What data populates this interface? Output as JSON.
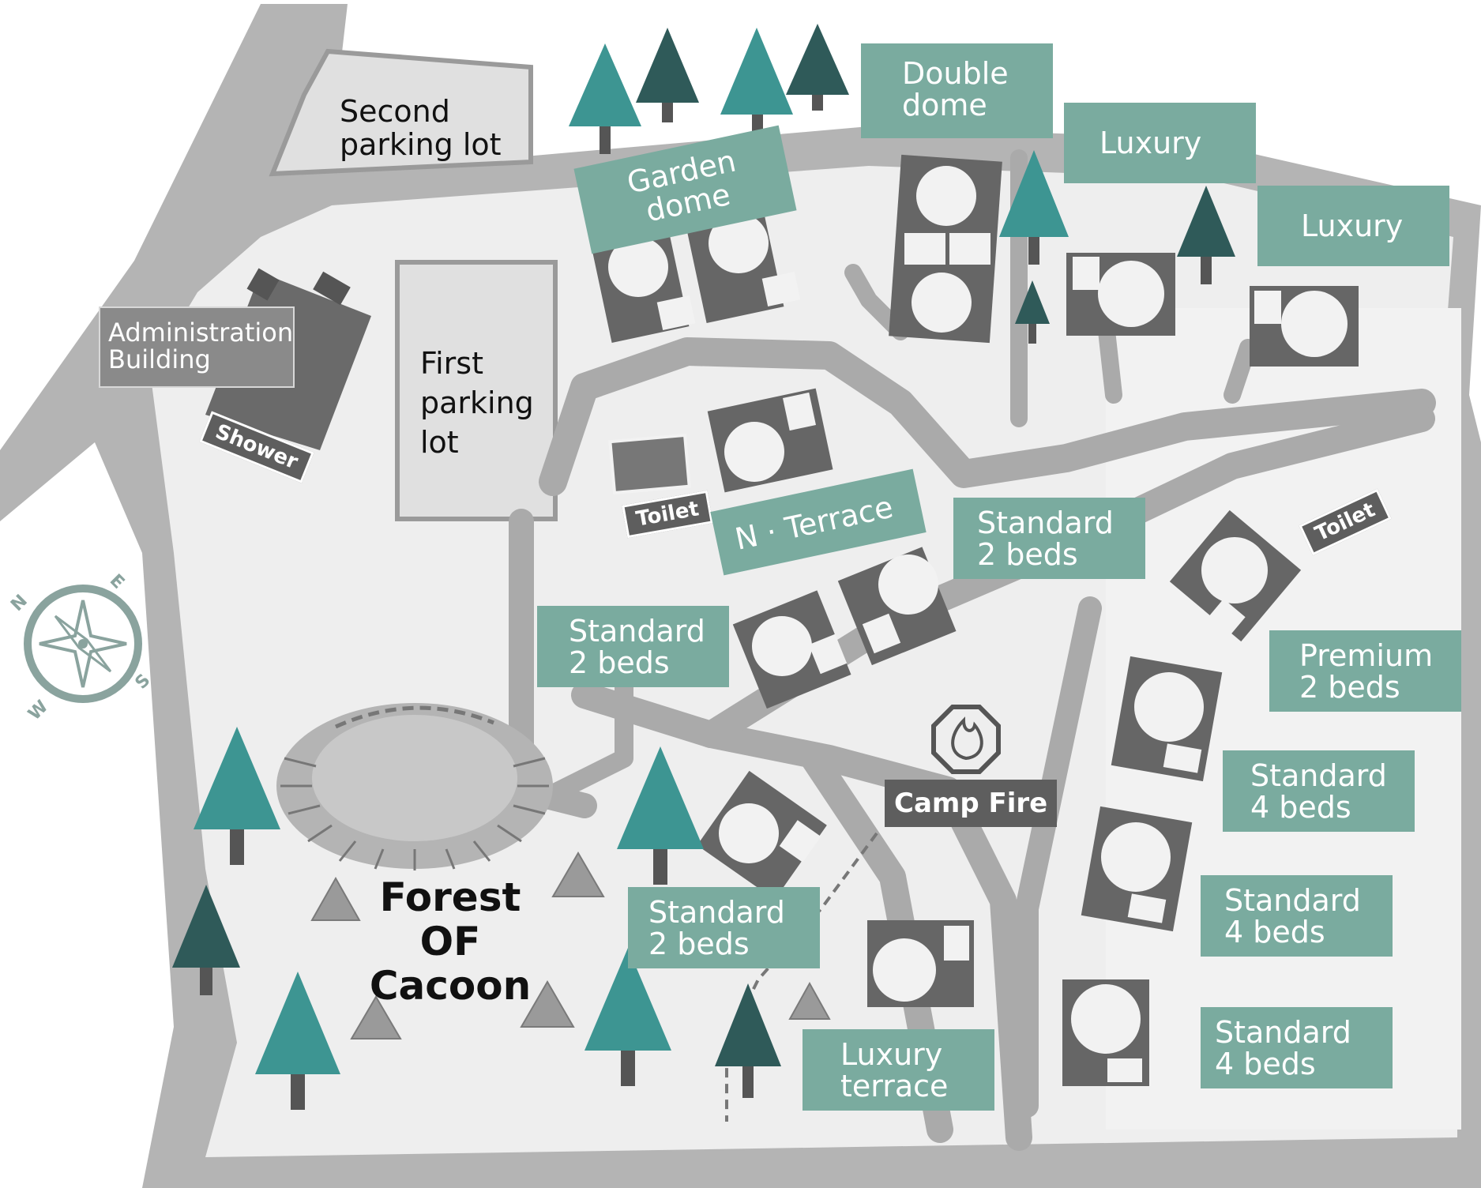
{
  "labels": {
    "second_parking": [
      "Second",
      "parking lot"
    ],
    "first_parking": [
      "First",
      "parking",
      "lot"
    ],
    "admin": [
      "Administration",
      "Building"
    ],
    "shower": "Shower",
    "toilet_left": "Toilet",
    "toilet_right": "Toilet",
    "garden_dome": [
      "Garden",
      "dome"
    ],
    "double_dome": [
      "Double",
      "dome"
    ],
    "luxury_1": "Luxury",
    "luxury_2": "Luxury",
    "n_terrace": "N · Terrace",
    "standard_2_right": [
      "Standard",
      "2 beds"
    ],
    "standard_2_left": [
      "Standard",
      "2 beds"
    ],
    "standard_2_bottom": [
      "Standard",
      "2 beds"
    ],
    "premium_2": [
      "Premium",
      "2 beds"
    ],
    "standard_4_a": [
      "Standard",
      "4 beds"
    ],
    "standard_4_b": [
      "Standard",
      "4 beds"
    ],
    "standard_4_c": [
      "Standard",
      "4 beds"
    ],
    "luxury_terrace": [
      "Luxury",
      "terrace"
    ],
    "camp_fire": "Camp Fire",
    "forest_title": [
      "Forest",
      "OF",
      "Cacoon"
    ]
  },
  "compass": {
    "n": "N",
    "e": "E",
    "s": "S",
    "w": "W"
  },
  "colors": {
    "teal_label": "#7aab9f",
    "tree_teal": "#3d9592",
    "tree_dark": "#2f5a59",
    "ground": "#eeeeee",
    "road": "#b2b2b2",
    "cabin": "#666666"
  },
  "icons": {
    "camp_fire": "fire-icon",
    "compass": "compass-rose-icon"
  }
}
